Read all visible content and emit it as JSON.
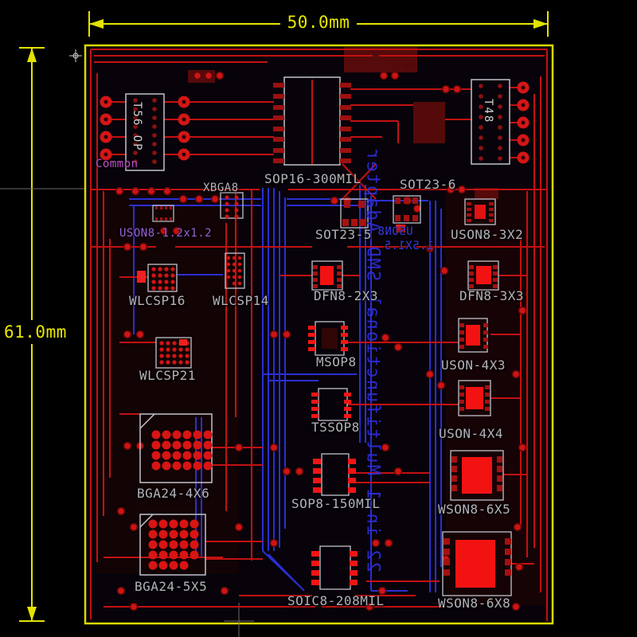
{
  "dimensions": {
    "width": "50.0mm",
    "height": "61.0mm"
  },
  "board_text": {
    "mirrored_title": "22 in 1 Multifunctional SMD Adapter",
    "mirrored_label_1": "USON8",
    "mirrored_label_2": "1.5X1.5"
  },
  "footprints": {
    "t56": "T56 OP",
    "common": "Common",
    "t48": "T48",
    "sop16": "SOP16-300MIL",
    "sot23_6": "SOT23-6",
    "xbga8": "XBGA8",
    "uson8_12x12": "USON8-1.2x1.2",
    "sot23_5": "SOT23-5",
    "uson8_3x2": "USON8-3X2",
    "wlcsp16": "WLCSP16",
    "wlcsp14": "WLCSP14",
    "dfn8_2x3": "DFN8-2X3",
    "dfn8_3x3": "DFN8-3X3",
    "msop8": "MSOP8",
    "uson_4x3": "USON-4X3",
    "wlcsp21": "WLCSP21",
    "tssop8": "TSSOP8",
    "uson_4x4": "USON-4X4",
    "bga24_4x6": "BGA24-4X6",
    "sop8_150mil": "SOP8-150MIL",
    "wson8_6x5": "WSON8-6X5",
    "bga24_5x5": "BGA24-5X5",
    "soic8_208mil": "SOIC8-208MIL",
    "wson8_6x8": "WSON8-6X8"
  },
  "colors": {
    "background": "#000000",
    "board_outline": "#d9d900",
    "dimension": "#e3e300",
    "trace_red": "#c31111",
    "trace_blue": "#2a2fd2",
    "pad_bright": "#f31212",
    "pad_dark": "#a31111",
    "via": "#cf1414",
    "silkscreen": "#c2c2cc",
    "label": "#b3b3bb",
    "label_magenta": "#c250cc",
    "mirror_text": "#2d2dd6"
  }
}
